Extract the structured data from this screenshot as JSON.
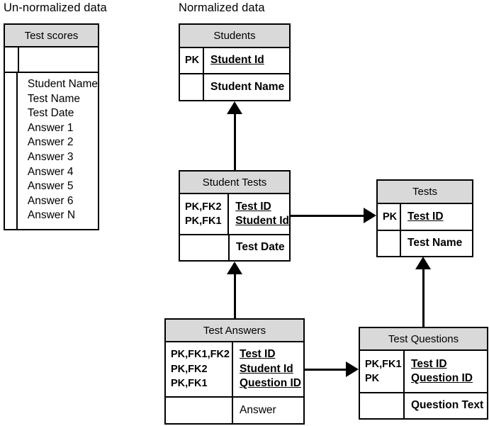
{
  "titles": {
    "unnormalized": "Un-normalized data",
    "normalized": "Normalized data"
  },
  "unnormalized_table": {
    "name": "Test scores",
    "key_fields": [],
    "fields": [
      "Student Name",
      "Test Name",
      "Test Date",
      "Answer 1",
      "Answer 2",
      "Answer 3",
      "Answer 4",
      "Answer 5",
      "Answer 6",
      "Answer N"
    ]
  },
  "entities": {
    "students": {
      "name": "Students",
      "keys": [
        "PK"
      ],
      "key_fields": [
        "Student Id"
      ],
      "attributes": [
        "Student Name"
      ]
    },
    "student_tests": {
      "name": "Student Tests",
      "keys": [
        "PK,FK2",
        "PK,FK1"
      ],
      "key_fields": [
        "Test ID",
        "Student Id"
      ],
      "attributes": [
        "Test Date"
      ]
    },
    "tests": {
      "name": "Tests",
      "keys": [
        "PK"
      ],
      "key_fields": [
        "Test ID"
      ],
      "attributes": [
        "Test Name"
      ]
    },
    "test_answers": {
      "name": "Test Answers",
      "keys": [
        "PK,FK1,FK2",
        "PK,FK2",
        "PK,FK1"
      ],
      "key_fields": [
        "Test ID",
        "Student Id",
        "Question ID"
      ],
      "attributes": [
        "Answer"
      ]
    },
    "test_questions": {
      "name": "Test Questions",
      "keys": [
        "PK,FK1",
        "PK"
      ],
      "key_fields": [
        "Test ID",
        "Question ID"
      ],
      "attributes": [
        "Question Text"
      ]
    }
  },
  "relationships": [
    {
      "from": "Student Tests",
      "to": "Students",
      "direction": "up"
    },
    {
      "from": "Student Tests",
      "to": "Tests",
      "direction": "right"
    },
    {
      "from": "Test Answers",
      "to": "Student Tests",
      "direction": "up"
    },
    {
      "from": "Test Answers",
      "to": "Test Questions",
      "direction": "right"
    },
    {
      "from": "Test Questions",
      "to": "Tests",
      "direction": "up"
    }
  ],
  "colors": {
    "header_fill": "#d9d9d9",
    "border": "#000000",
    "background": "#ffffff"
  }
}
